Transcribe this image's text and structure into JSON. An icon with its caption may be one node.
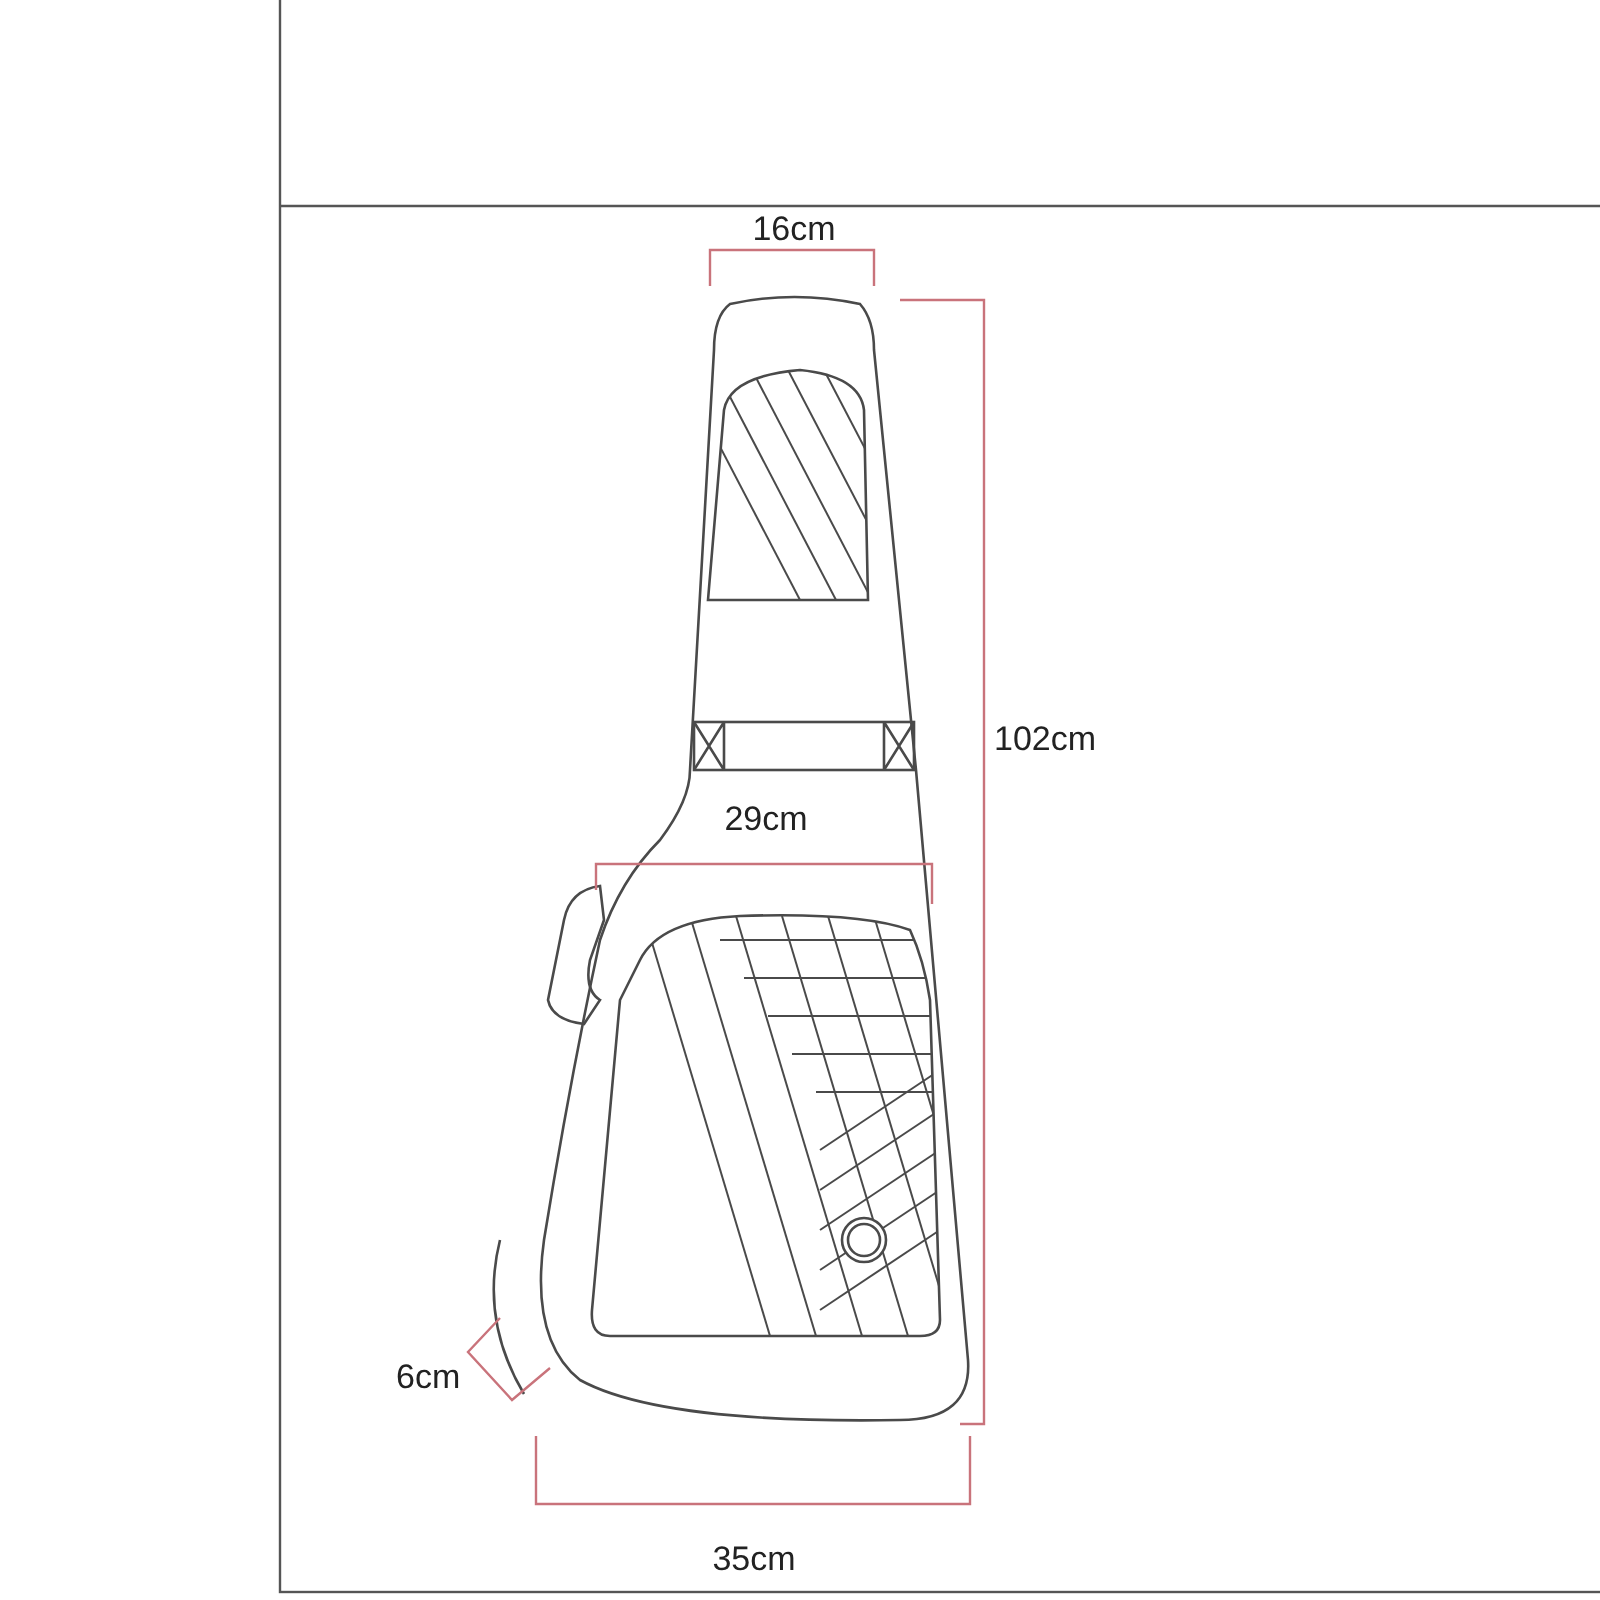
{
  "diagram": {
    "labels": [
      "16cm",
      "102cm",
      "29cm",
      "6cm",
      "35cm"
    ]
  }
}
